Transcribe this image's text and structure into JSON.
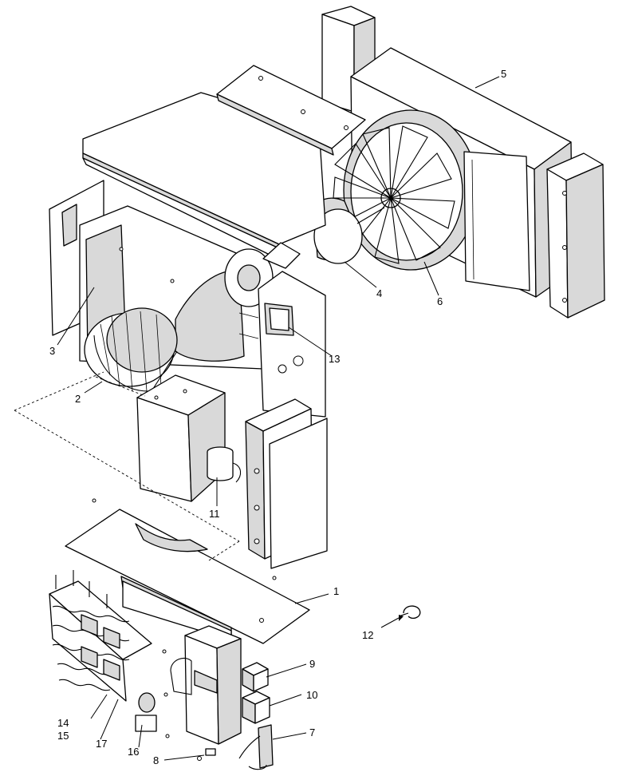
{
  "callouts": [
    {
      "id": "1",
      "text": "1"
    },
    {
      "id": "2",
      "text": "2"
    },
    {
      "id": "3",
      "text": "3"
    },
    {
      "id": "4",
      "text": "4"
    },
    {
      "id": "5",
      "text": "5"
    },
    {
      "id": "6",
      "text": "6"
    },
    {
      "id": "7",
      "text": "7"
    },
    {
      "id": "8",
      "text": "8"
    },
    {
      "id": "9",
      "text": "9"
    },
    {
      "id": "10",
      "text": "10"
    },
    {
      "id": "11",
      "text": "11"
    },
    {
      "id": "12",
      "text": "12"
    },
    {
      "id": "13",
      "text": "13"
    },
    {
      "id": "14",
      "text": "14"
    },
    {
      "id": "15",
      "text": "15"
    },
    {
      "id": "16",
      "text": "16"
    },
    {
      "id": "17",
      "text": "17"
    }
  ],
  "colors": {
    "line": "#000000",
    "panel_fill": "#ffffff",
    "shade_light": "#d9d9d9",
    "shade_dark": "#b5b5b5"
  }
}
